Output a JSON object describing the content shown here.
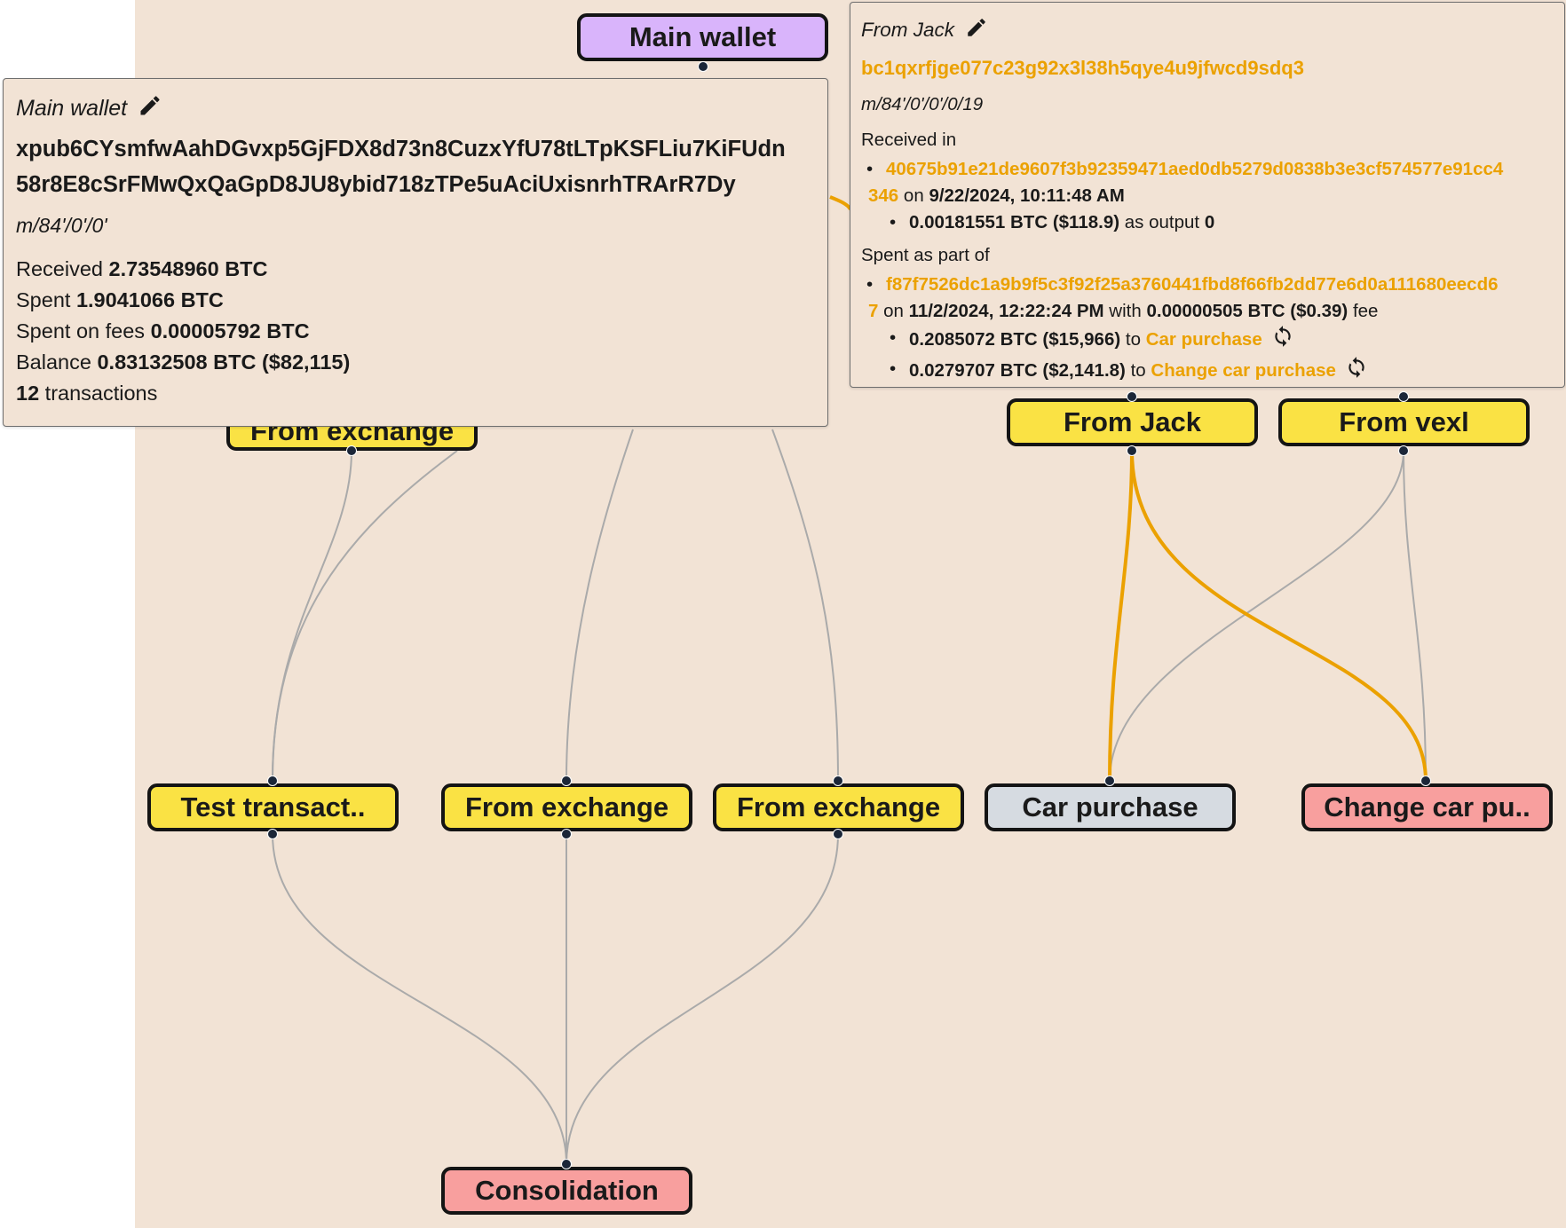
{
  "nodes": {
    "main_wallet": "Main wallet",
    "from_exchange_top": "From exchange",
    "from_jack": "From Jack",
    "from_vexl": "From vexl",
    "test_transact": "Test transact..",
    "from_exchange_1": "From exchange",
    "from_exchange_2": "From exchange",
    "car_purchase": "Car purchase",
    "change_car_purchase": "Change car pu..",
    "consolidation": "Consolidation"
  },
  "wallet_popup": {
    "title": "Main wallet",
    "xpub_line1": "xpub6CYsmfwAahDGvxp5GjFDX8d73n8CuzxYfU78tLTpKSFLiu7KiFUdn",
    "xpub_line2": "58r8E8cSrFMwQxQaGpD8JU8ybid718zTPe5uAciUxisnrhTRArR7Dy",
    "path": "m/84'/0'/0'",
    "received_label": "Received",
    "received_value": "2.73548960 BTC",
    "spent_label": "Spent",
    "spent_value": "1.9041066 BTC",
    "fees_label": "Spent on fees",
    "fees_value": "0.00005792 BTC",
    "balance_label": "Balance",
    "balance_value": "0.83132508 BTC ($82,115)",
    "tx_count": "12",
    "tx_label": "transactions"
  },
  "address_popup": {
    "title": "From Jack",
    "address": "bc1qxrfjge077c23g92x3l38h5qye4u9jfwcd9sdq3",
    "path": "m/84'/0'/0'/0/19",
    "received_in_label": "Received in",
    "received_tx_line1": "40675b91e21de9607f3b92359471aed0db5279d0838b3e3cf574577e91cc4",
    "received_tx_line2": "346",
    "received_on": "on",
    "received_date": "9/22/2024, 10:11:48 AM",
    "received_amount": "0.00181551 BTC ($118.9)",
    "as_output": "as output",
    "output_index": "0",
    "spent_label": "Spent as part of",
    "spent_tx_line1": "f87f7526dc1a9b9f5c3f92f25a3760441fbd8f66fb2dd77e6d0a111680eecd6",
    "spent_tx_line2": "7",
    "spent_on": "on",
    "spent_date": "11/2/2024, 12:22:24 PM",
    "with": "with",
    "fee_amount": "0.00000505 BTC ($0.39)",
    "fee": "fee",
    "outputs": [
      {
        "amount": "0.2085072 BTC ($15,966)",
        "to": "to",
        "dest": "Car purchase"
      },
      {
        "amount": "0.0279707 BTC ($2,141.8)",
        "to": "to",
        "dest": "Change car purchase"
      }
    ]
  },
  "icons": [
    "pencil-icon",
    "refresh-icon"
  ],
  "colors": {
    "canvas": "#f2e3d5",
    "yellow": "#fae244",
    "purple": "#d9b4fb",
    "gray": "#d6dbe1",
    "red": "#f89f9e",
    "highlight": "#eba100",
    "edge": "#aaaaaa"
  }
}
